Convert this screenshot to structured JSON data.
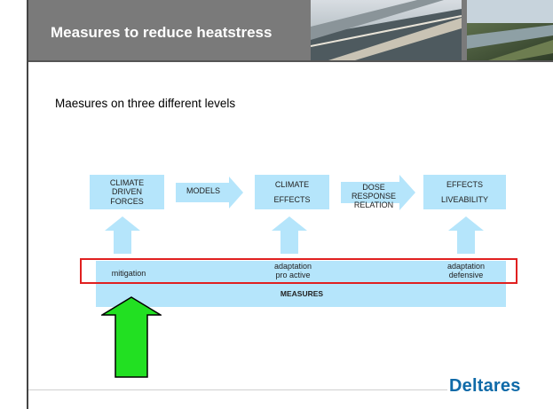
{
  "slide": {
    "title": "Measures to reduce heatstress",
    "subtitle": "Maesures on three different levels",
    "logo": "Deltares"
  },
  "diagram": {
    "top_row": {
      "box1": [
        "CLIMATE",
        "DRIVEN",
        "FORCES"
      ],
      "arrow1": "MODELS",
      "box2": [
        "CLIMATE",
        "EFFECTS"
      ],
      "arrow2": [
        "DOSE RESPONSE",
        "RELATION"
      ],
      "box3": [
        "EFFECTS",
        "LIVEABILITY"
      ]
    },
    "bar": {
      "mitigation": "mitigation",
      "adaptation_pro": [
        "adaptation",
        "pro active"
      ],
      "adaptation_def": [
        "adaptation",
        "defensive"
      ],
      "measures": "MEASURES"
    }
  },
  "colors": {
    "light_blue": "#b5e5fb",
    "highlight": "#e02020",
    "green_arrow": "#22e022",
    "header_grey": "#7a7a7a",
    "brand_blue": "#0f6aa8"
  }
}
